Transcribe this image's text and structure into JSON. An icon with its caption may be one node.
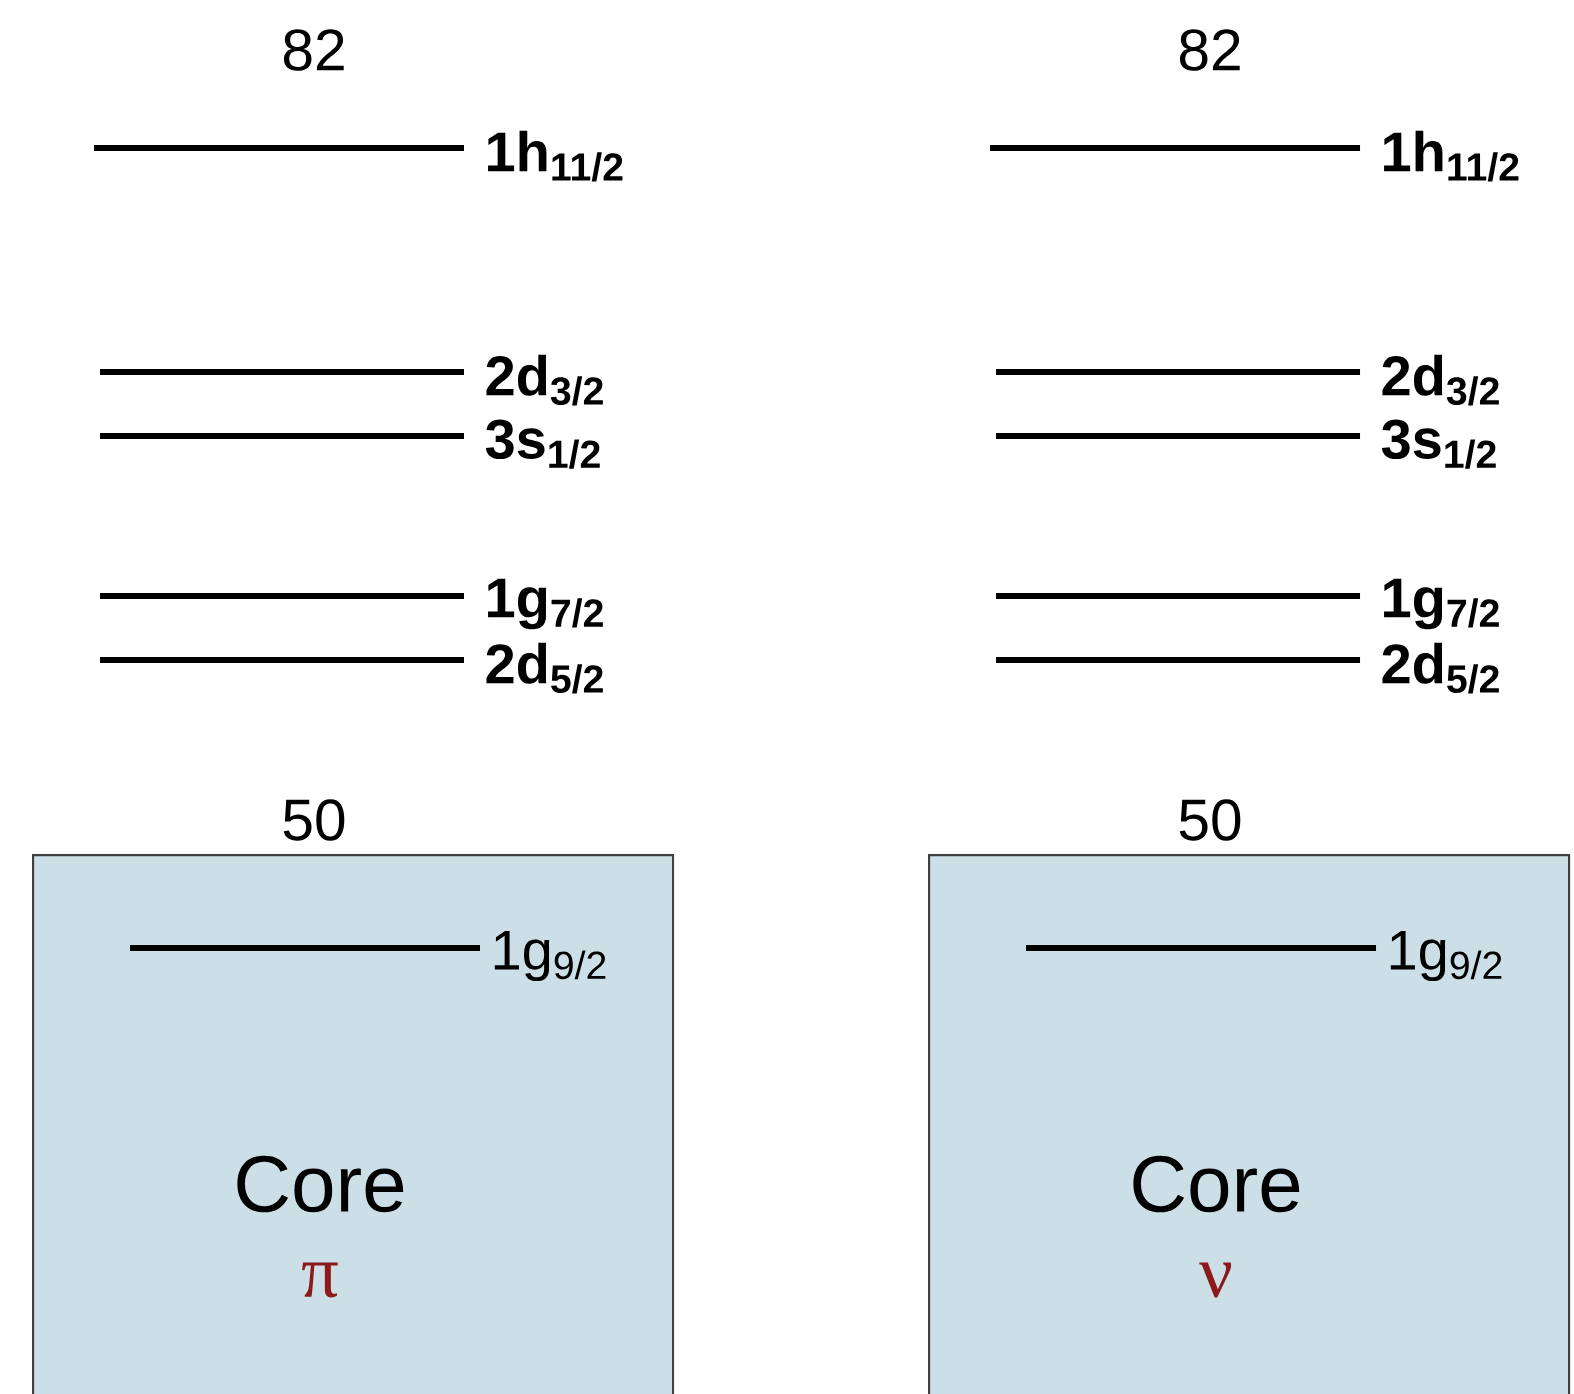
{
  "diagram": {
    "nodes": [
      {
        "text": [
          "50",
          "1g$_{9/2}$",
          "Core",
          "π"
        ]
      },
      {
        "text": [
          "50",
          "1g$_{9/2}$",
          "Core",
          "ν"
        ]
      }
    ],
    "labels": [
      "82",
      "82",
      "1h$_{11/2}$",
      "1h$_{11/2}$",
      "2d$_{3/2}$",
      "2d$_{3/2}$",
      "3s$_{1/2}$",
      "3s$_{1/2}$",
      "1g$_{7/2}$",
      "1g$_{7/2}$",
      "2d$_{5/2}$",
      "2d$_{5/2}$"
    ]
  }
}
